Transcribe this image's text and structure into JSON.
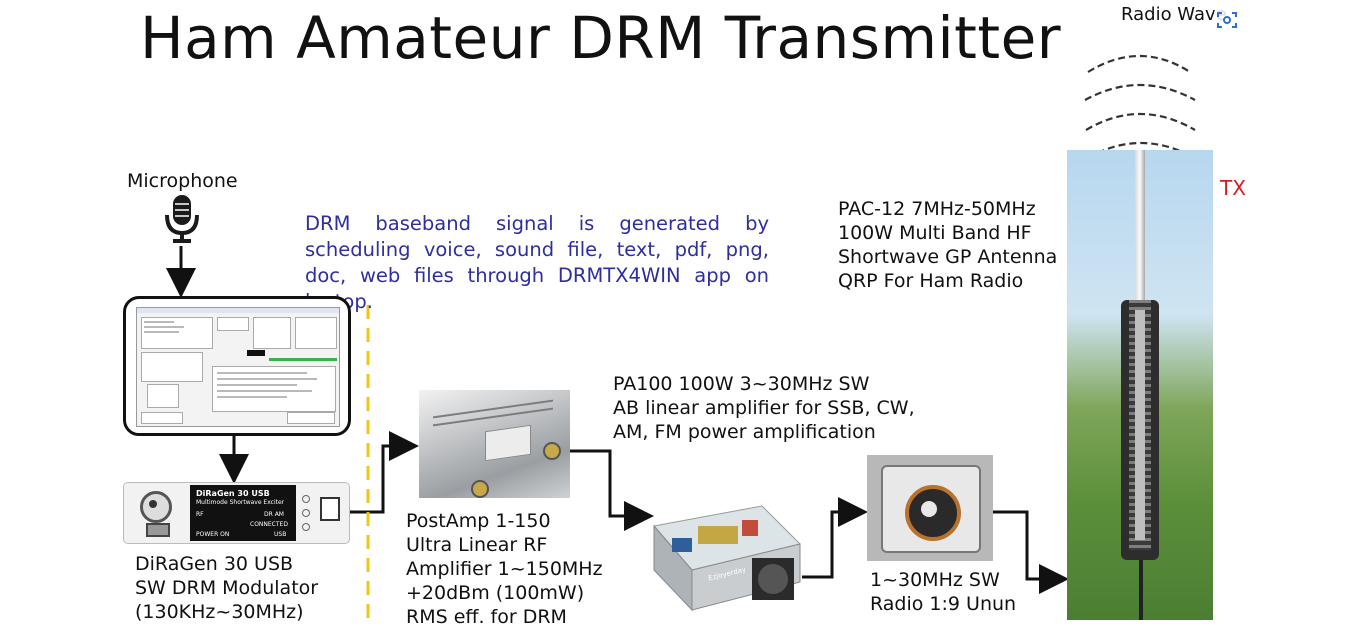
{
  "title": "Ham Amateur DRM Transmitter",
  "labels": {
    "microphone": "Microphone",
    "radio_wave": "Radio Wave",
    "tx": "TX",
    "drm_note": "DRM baseband signal is generated by scheduling voice, sound file, text, pdf, png, doc, web files through DRMTX4WIN app on laptop.",
    "antenna": "PAC-12 7MHz-50MHz\n100W Multi Band HF\nShortwave GP Antenna\nQRP For Ham Radio",
    "pa100": "PA100 100W 3~30MHz SW\nAB linear amplifier for SSB, CW,\nAM, FM power amplification",
    "postamp": "PostAmp 1-150\nUltra Linear RF\nAmplifier 1~150MHz\n+20dBm (100mW)\nRMS eff. for DRM",
    "diragen": "DiRaGen 30 USB\nSW DRM Modulator\n(130KHz~30MHz)",
    "unun": "1~30MHz SW\nRadio 1:9 Unun"
  },
  "device_screen": {
    "name": "DiRaGen 30 USB",
    "subtitle": "Multimode Shortwave Exciter",
    "rf": "RF",
    "drm": "DR AM",
    "connected": "CONNECTED",
    "power": "POWER ON",
    "usb": "USB"
  },
  "pa_brand": "Ezjoyerday",
  "colors": {
    "note_blue": "#2e2e9e",
    "tx_red": "#d22020",
    "divider_yellow": "#f0c419"
  },
  "icons": [
    "microphone-icon",
    "laptop-icon",
    "modulator-device",
    "antenna-photo",
    "expand-icon"
  ]
}
